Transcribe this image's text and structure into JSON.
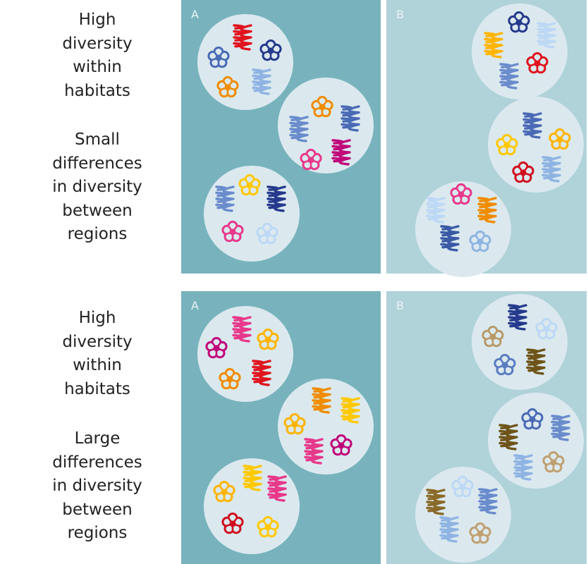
{
  "colors": {
    "panel_a": "#78b3bd",
    "panel_b": "#b0d2d9",
    "habitat": "#dbe9ef",
    "label": "#e8f2f4"
  },
  "rows": [
    {
      "caption_within": [
        "High",
        "diversity",
        "within",
        "habitats"
      ],
      "caption_between": [
        "Small",
        "differences",
        "in diversity",
        "between",
        "regions"
      ],
      "panels": [
        {
          "label": "A",
          "habitats": [
            [
              {
                "type": "spring",
                "color": "#e0141e"
              },
              {
                "type": "flower",
                "color": "#4a6ab5"
              },
              {
                "type": "flower",
                "color": "#253a8c"
              },
              {
                "type": "flower",
                "color": "#f08c00"
              },
              {
                "type": "spring",
                "color": "#8fb4e3"
              }
            ],
            [
              {
                "type": "flower",
                "color": "#f08c00"
              },
              {
                "type": "spring",
                "color": "#6a8ccc"
              },
              {
                "type": "spring",
                "color": "#4a6ab5"
              },
              {
                "type": "flower",
                "color": "#e8388a"
              },
              {
                "type": "spring",
                "color": "#c0087a"
              }
            ],
            [
              {
                "type": "spring",
                "color": "#6a8ccc"
              },
              {
                "type": "flower",
                "color": "#ffc800"
              },
              {
                "type": "spring",
                "color": "#253a8c"
              },
              {
                "type": "flower",
                "color": "#e8388a"
              },
              {
                "type": "flower",
                "color": "#bcd8f5"
              }
            ]
          ]
        },
        {
          "label": "B",
          "habitats": [
            [
              {
                "type": "flower",
                "color": "#253a8c"
              },
              {
                "type": "spring",
                "color": "#bcd8f5"
              },
              {
                "type": "spring",
                "color": "#ffb400"
              },
              {
                "type": "flower",
                "color": "#e0141e"
              },
              {
                "type": "spring",
                "color": "#6a8ccc"
              }
            ],
            [
              {
                "type": "spring",
                "color": "#4a6ab5"
              },
              {
                "type": "flower",
                "color": "#ffc800"
              },
              {
                "type": "flower",
                "color": "#ffb400"
              },
              {
                "type": "flower",
                "color": "#d0101e"
              },
              {
                "type": "spring",
                "color": "#8fb4e3"
              }
            ],
            [
              {
                "type": "flower",
                "color": "#e8388a"
              },
              {
                "type": "spring",
                "color": "#f08c00"
              },
              {
                "type": "spring",
                "color": "#bcd8f5"
              },
              {
                "type": "spring",
                "color": "#3a5aa5"
              },
              {
                "type": "flower",
                "color": "#8fb4e3"
              }
            ]
          ]
        }
      ]
    },
    {
      "caption_within": [
        "High",
        "diversity",
        "within",
        "habitats"
      ],
      "caption_between": [
        "Large",
        "differences",
        "in diversity",
        "between",
        "regions"
      ],
      "panels": [
        {
          "label": "A",
          "habitats": [
            [
              {
                "type": "spring",
                "color": "#e8388a"
              },
              {
                "type": "flower",
                "color": "#c0087a"
              },
              {
                "type": "flower",
                "color": "#ffb400"
              },
              {
                "type": "flower",
                "color": "#f08c00"
              },
              {
                "type": "spring",
                "color": "#e0141e"
              }
            ],
            [
              {
                "type": "spring",
                "color": "#f08c00"
              },
              {
                "type": "spring",
                "color": "#ffc800"
              },
              {
                "type": "flower",
                "color": "#ffb400"
              },
              {
                "type": "spring",
                "color": "#e8388a"
              },
              {
                "type": "flower",
                "color": "#c0087a"
              }
            ],
            [
              {
                "type": "spring",
                "color": "#ffc800"
              },
              {
                "type": "flower",
                "color": "#ffb400"
              },
              {
                "type": "spring",
                "color": "#e8388a"
              },
              {
                "type": "flower",
                "color": "#d0101e"
              },
              {
                "type": "flower",
                "color": "#ffc800"
              }
            ]
          ]
        },
        {
          "label": "B",
          "habitats": [
            [
              {
                "type": "spring",
                "color": "#253a8c"
              },
              {
                "type": "flower",
                "color": "#b89a68"
              },
              {
                "type": "flower",
                "color": "#bcd8f5"
              },
              {
                "type": "flower",
                "color": "#5a7cc0"
              },
              {
                "type": "spring",
                "color": "#6e5418"
              }
            ],
            [
              {
                "type": "flower",
                "color": "#4a6ab5"
              },
              {
                "type": "spring",
                "color": "#6a8ccc"
              },
              {
                "type": "spring",
                "color": "#6e5418"
              },
              {
                "type": "spring",
                "color": "#8fb4e3"
              },
              {
                "type": "flower",
                "color": "#c0a070"
              }
            ],
            [
              {
                "type": "spring",
                "color": "#8a6a28"
              },
              {
                "type": "flower",
                "color": "#bcd8f5"
              },
              {
                "type": "spring",
                "color": "#6a8ccc"
              },
              {
                "type": "spring",
                "color": "#8fb4e3"
              },
              {
                "type": "flower",
                "color": "#c0a070"
              }
            ]
          ]
        }
      ]
    }
  ]
}
